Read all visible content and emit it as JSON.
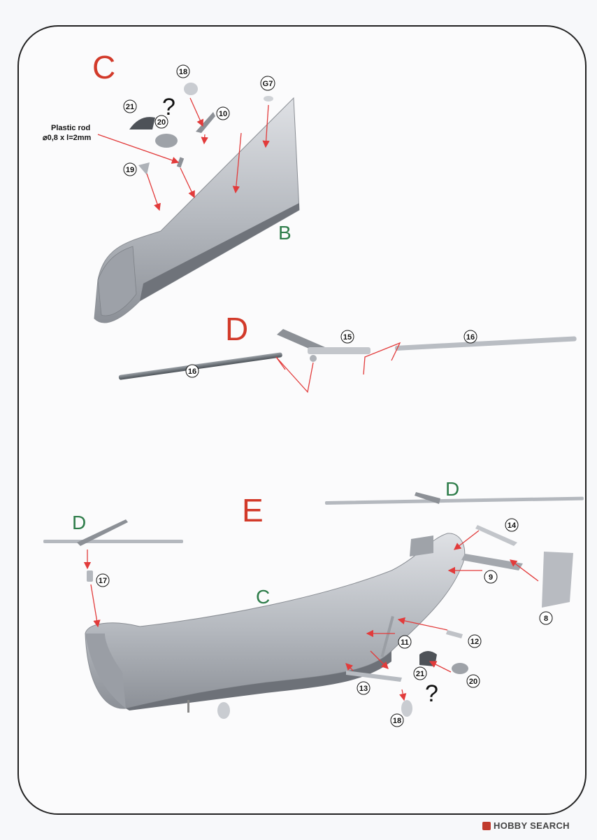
{
  "steps": {
    "c": {
      "letter": "C",
      "sub_label": "B",
      "note_line1": "Plastic rod",
      "note_line2": "⌀0,8 x l=2mm",
      "parts": [
        "18",
        "G7",
        "21",
        "20",
        "10",
        "19"
      ],
      "question": "?"
    },
    "d": {
      "letter": "D",
      "parts": [
        "15",
        "16",
        "16"
      ]
    },
    "e": {
      "letter": "E",
      "sub_top": "D",
      "sub_left": "D",
      "sub_body": "C",
      "parts": [
        "14",
        "9",
        "8",
        "17",
        "12",
        "11",
        "21",
        "20",
        "13",
        "18"
      ],
      "question": "?"
    }
  },
  "colors": {
    "step_letter": "#d23a2a",
    "sub_letter": "#2e7d4a",
    "arrow": "#e23b3b",
    "part_gray": "#b9bcc2"
  },
  "footer": {
    "brand": "HOBBY SEARCH",
    "icon": "hobbysearch-logo-icon"
  }
}
